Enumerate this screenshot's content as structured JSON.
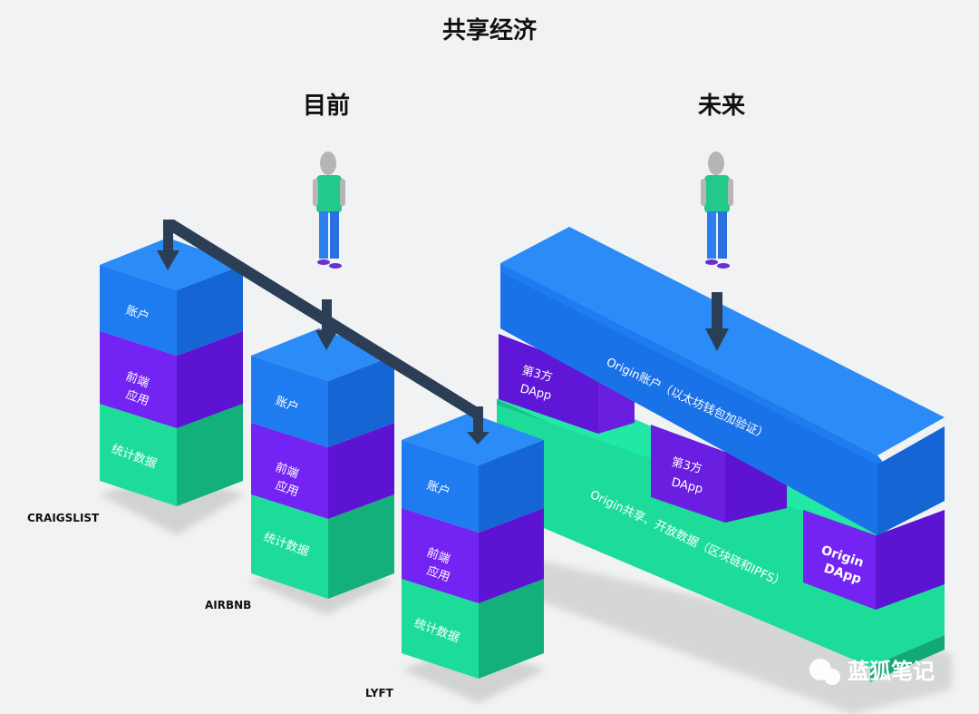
{
  "title": "共享经济",
  "sections": {
    "current": "目前",
    "future": "未来"
  },
  "current_stacks": [
    {
      "app": "CRAIGSLIST",
      "layers": [
        "账户",
        "前端\n应用",
        "统计数据"
      ]
    },
    {
      "app": "AIRBNB",
      "layers": [
        "账户",
        "前端\n应用",
        "统计数据"
      ]
    },
    {
      "app": "LYFT",
      "layers": [
        "账户",
        "前端\n应用",
        "统计数据"
      ]
    }
  ],
  "future_stack": {
    "account_layer": "Origin账户（以太坊钱包加验证）",
    "data_layer": "Origin共享、开放数据（区块链和IPFS）",
    "dapps": [
      "第3方\nDApp",
      "第3方\nDApp",
      "Origin\nDApp"
    ]
  },
  "watermark": "蓝狐笔记",
  "colors": {
    "background": "#f1f2f3",
    "account_blue": "#1e7cf0",
    "frontend_purple": "#7323f2",
    "data_green": "#1ddc9a",
    "arrow_navy": "#2c3e55",
    "person_shirt": "#22c98a",
    "person_pants": "#2f7ef0",
    "person_skin": "#b5b5b5",
    "person_shoes": "#6a2fd0"
  }
}
